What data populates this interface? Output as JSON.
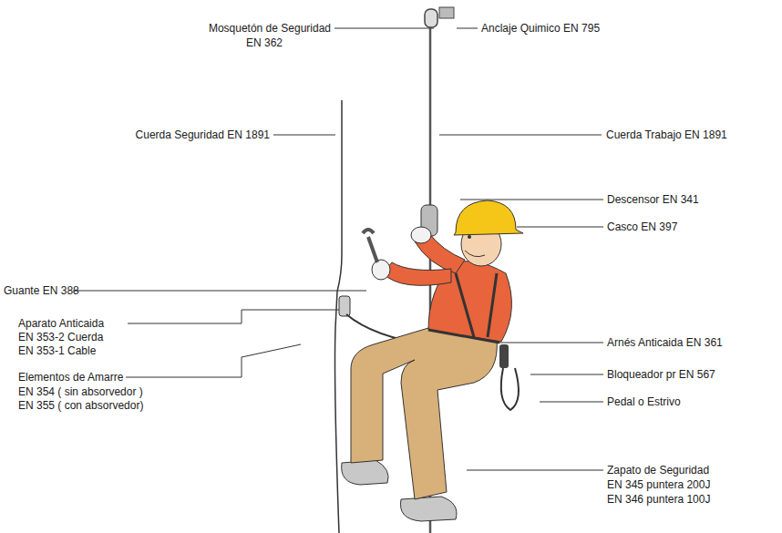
{
  "diagram": {
    "labels": [
      "Mosquetón de Seguridad",
      "EN 362",
      "Anclaje Quimico EN 795",
      "Cuerda Seguridad EN 1891",
      "Cuerda Trabajo EN 1891",
      "Descensor EN 341",
      "Casco EN 397",
      "Guante EN 388",
      "Aparato Anticaida",
      "EN 353-2 Cuerda",
      "EN 353-1 Cable",
      "Arnés Anticaida EN 361",
      "Bloqueador pr EN 567",
      "Elementos de Amarre",
      "EN 354 ( sin absorvedor )",
      "EN 355 ( con absorvedor)",
      "Pedal o Estrivo",
      "Zapato de Seguridad",
      "EN 345 puntera 200J",
      "EN 346 puntera 100J"
    ]
  }
}
